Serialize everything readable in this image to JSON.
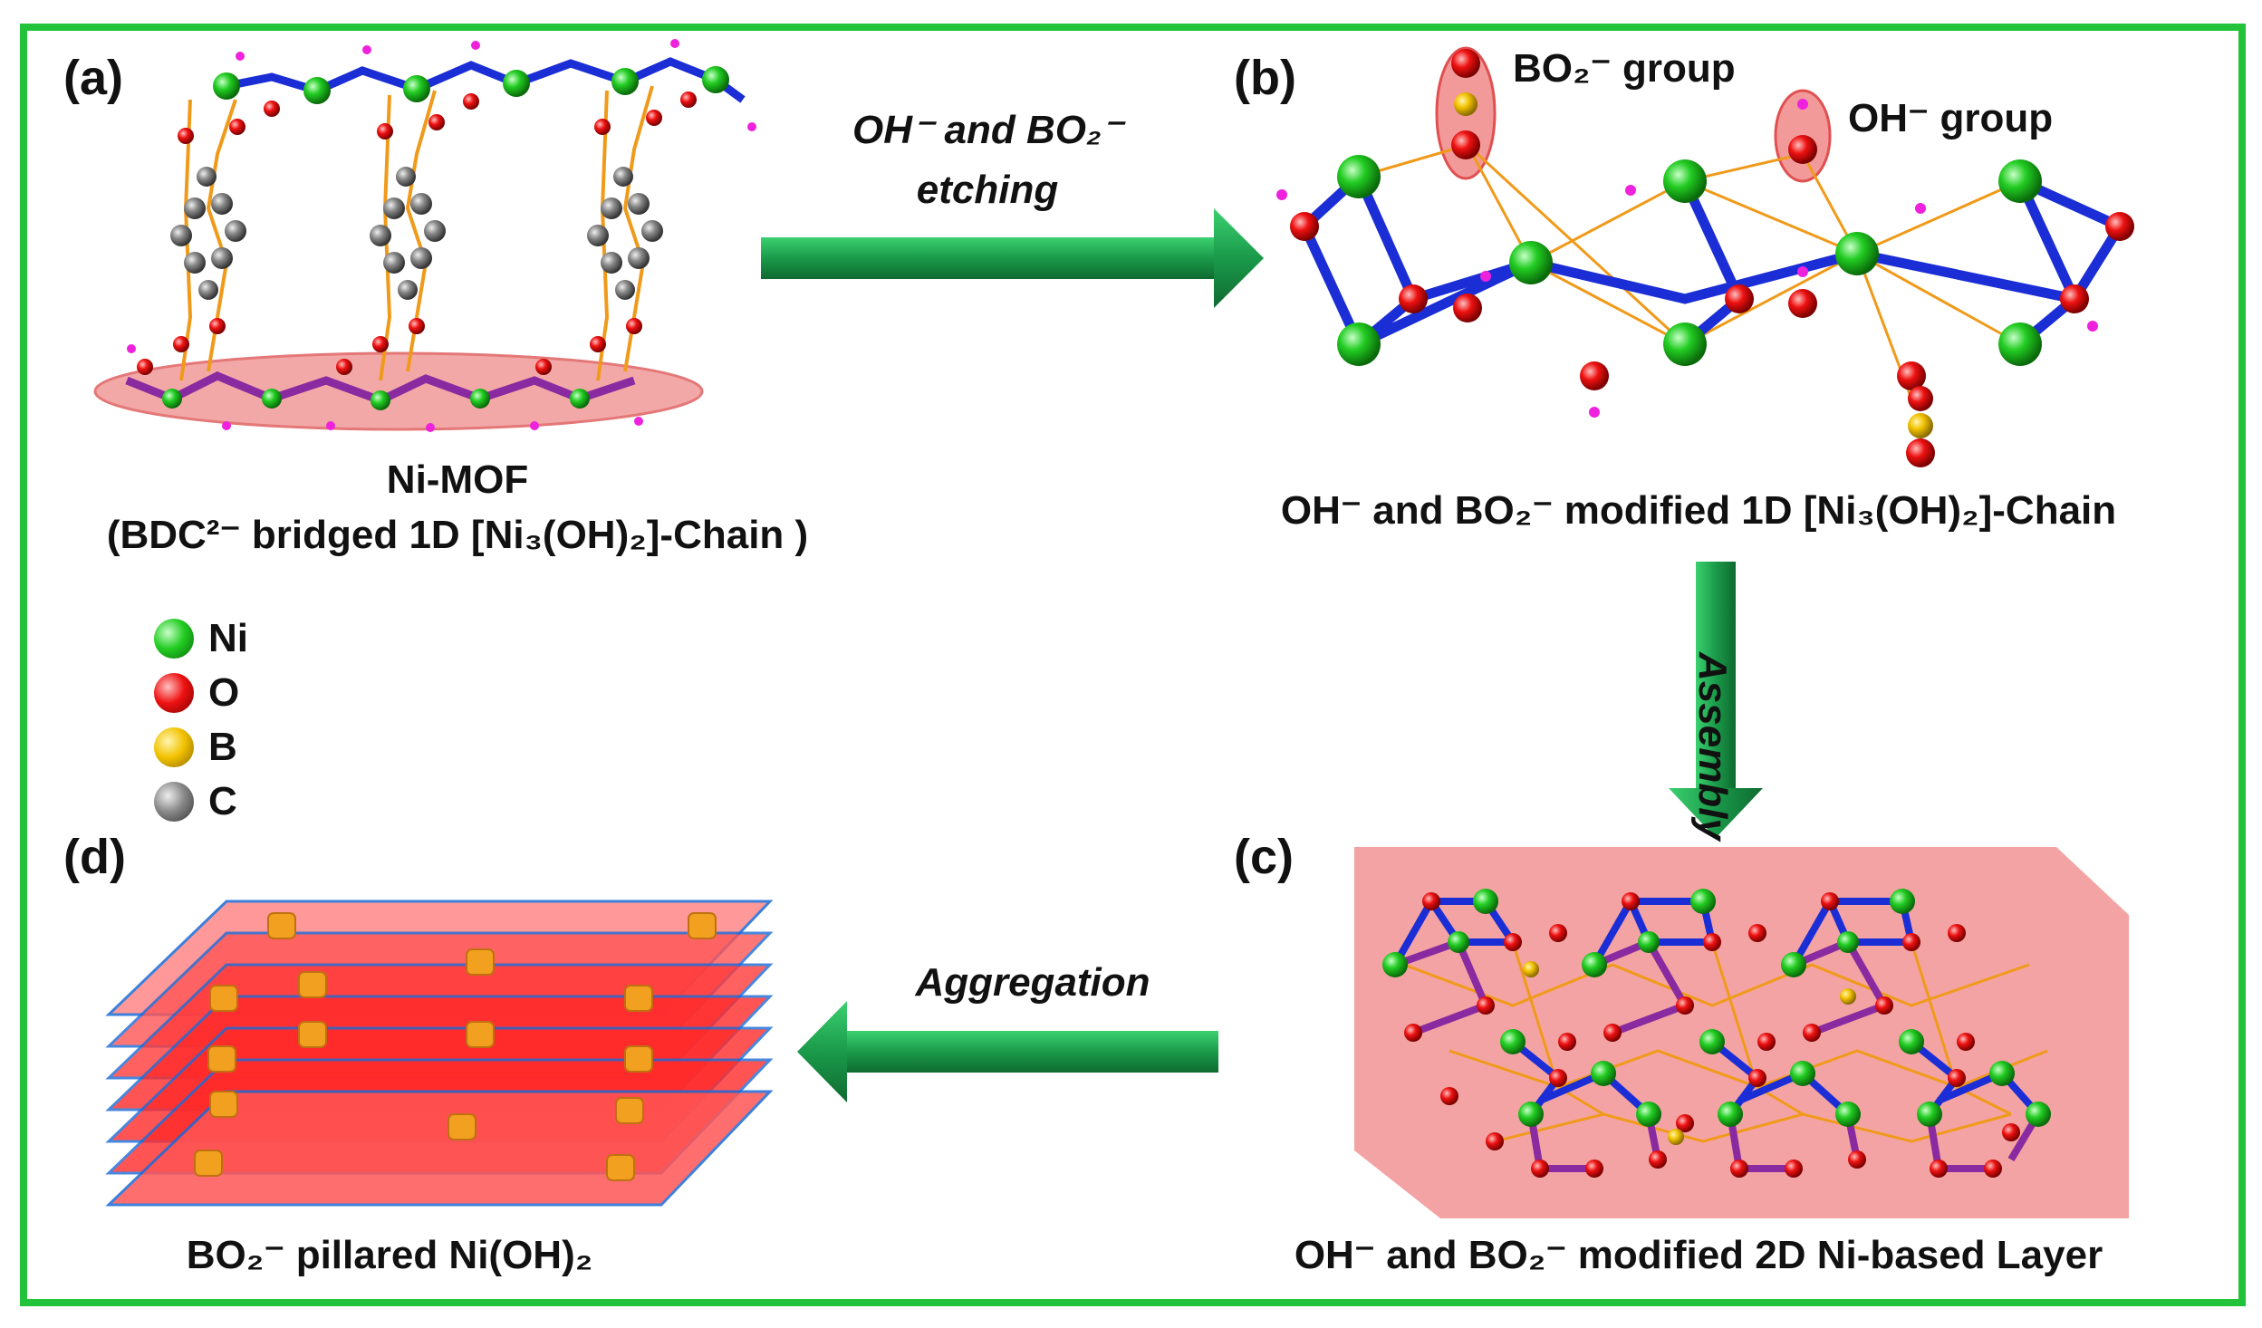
{
  "panels": {
    "a": {
      "label": "(a)",
      "caption_line1": "Ni-MOF",
      "caption_line2": "(BDC²⁻ bridged 1D [Ni₃(OH)₂]-Chain )"
    },
    "b": {
      "label": "(b)",
      "caption": "OH⁻ and BO₂⁻ modified 1D [Ni₃(OH)₂]-Chain",
      "callout_bo2": "BO₂⁻ group",
      "callout_oh": "OH⁻ group"
    },
    "c": {
      "label": "(c)",
      "caption": "OH⁻ and BO₂⁻ modified 2D Ni-based Layer"
    },
    "d": {
      "label": "(d)",
      "caption": "BO₂⁻ pillared Ni(OH)₂"
    }
  },
  "arrows": {
    "etching_line1": "OH⁻ and BO₂⁻",
    "etching_line2": "etching",
    "assembly": "Assembly",
    "aggregation": "Aggregation"
  },
  "legend": [
    {
      "symbol": "Ni",
      "color": "#22cc22"
    },
    {
      "symbol": "O",
      "color": "#ee1111"
    },
    {
      "symbol": "B",
      "color": "#f2c200"
    },
    {
      "symbol": "C",
      "color": "#808080"
    }
  ],
  "colors": {
    "frame": "#22c33a",
    "arrow": "#1a9a4a",
    "ni": "#22cc22",
    "o": "#ee1111",
    "b": "#f2c200",
    "c": "#808080",
    "bond_blue": "#1b2ed6",
    "bond_orange": "#f09a1a",
    "purple": "#8a2aa0",
    "h_magenta": "#ee22dd",
    "panel_pink": "#f3a3a3",
    "sheet_red": "#ff2a2a"
  }
}
